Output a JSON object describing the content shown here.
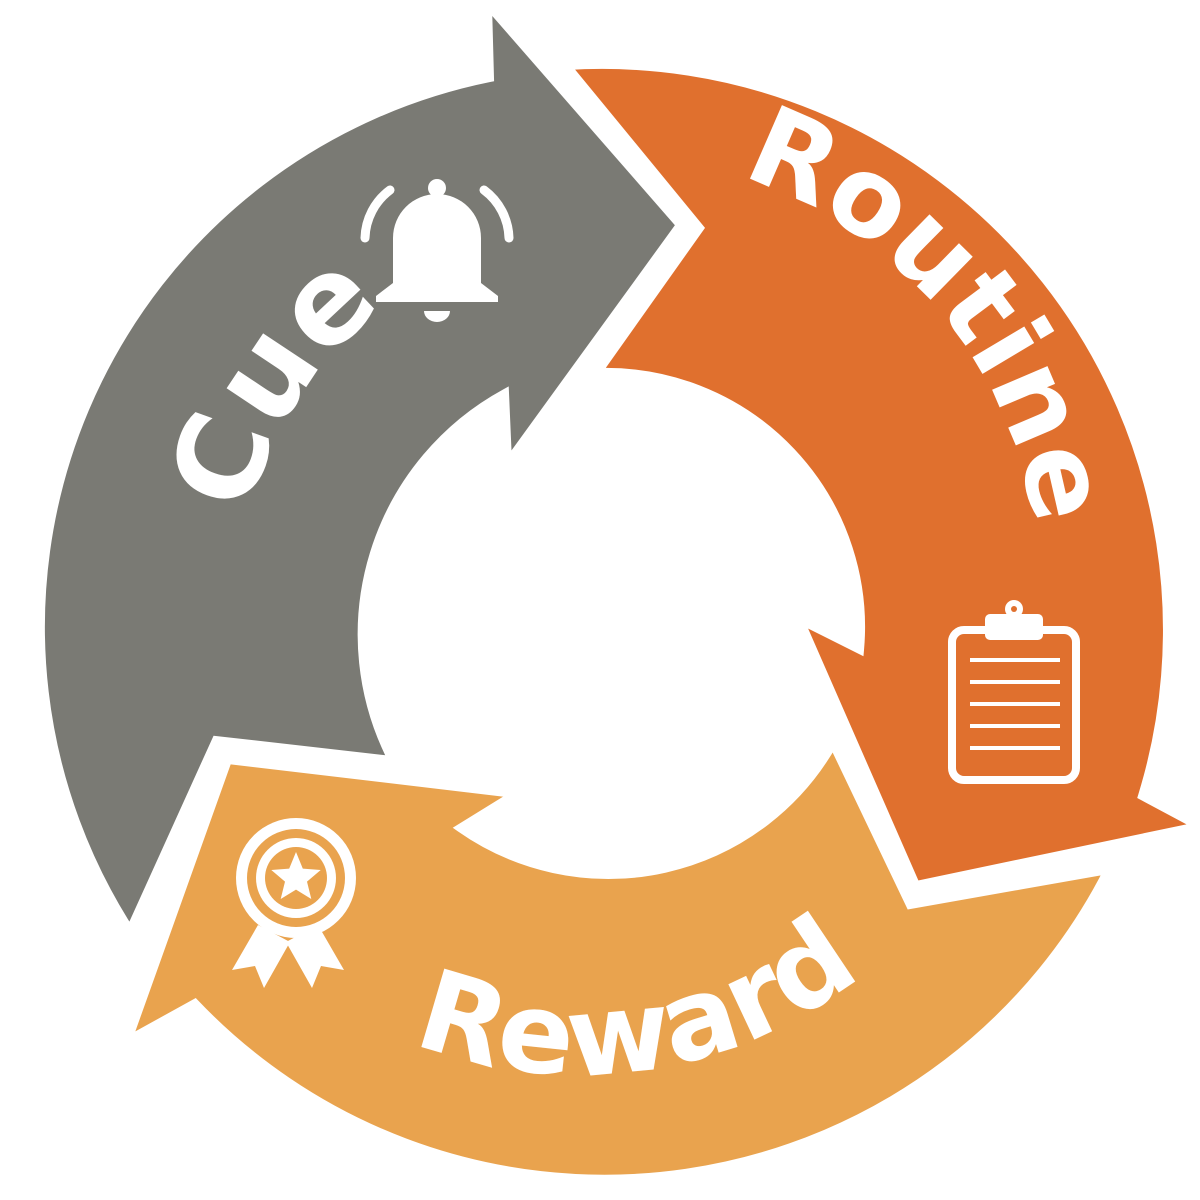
{
  "diagram": {
    "segments": [
      {
        "id": "cue",
        "label": "Cue",
        "icon": "bell-icon",
        "color": "#7a7a74"
      },
      {
        "id": "routine",
        "label": "Routine",
        "icon": "clipboard-icon",
        "color": "#e0702e"
      },
      {
        "id": "reward",
        "label": "Reward",
        "icon": "award-ribbon-icon",
        "color": "#e9a34e"
      }
    ],
    "background": "#ffffff",
    "icon_color": "#ffffff"
  }
}
